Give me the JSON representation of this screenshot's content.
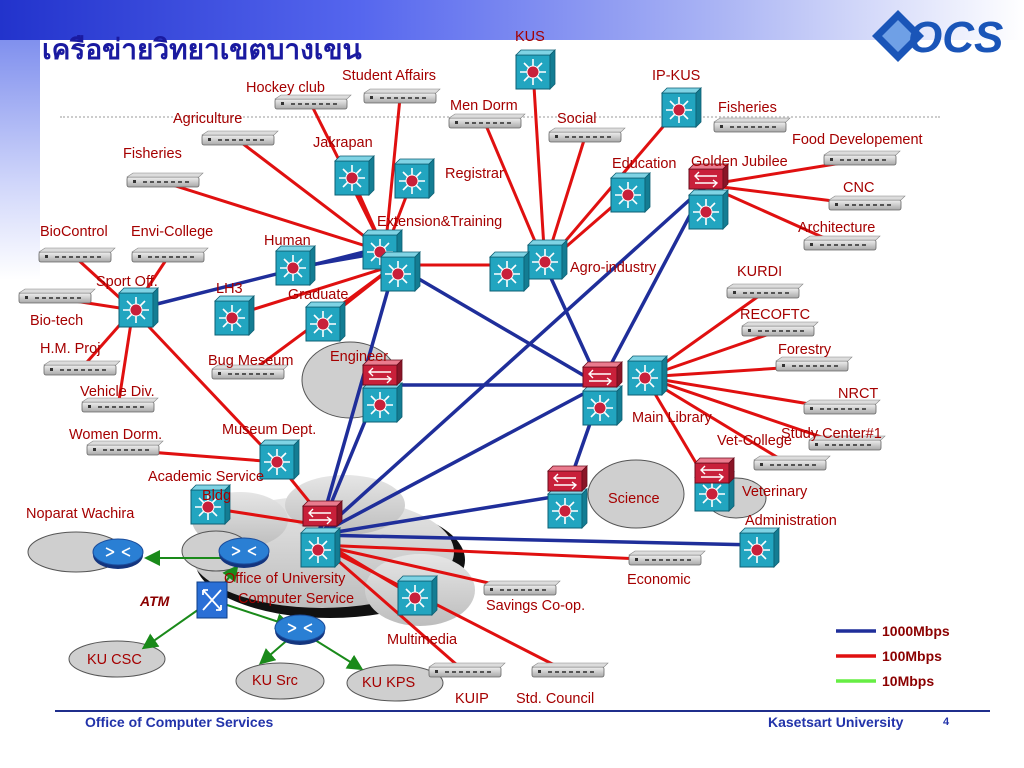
{
  "title": "เครือข่ายวิทยาเขตบางเขน",
  "logo_text": "OCS",
  "footer": {
    "left": "Office of Computer Services",
    "right": "Kasetsart University",
    "page": "4"
  },
  "colors": {
    "link_1000": "#1f2e9a",
    "link_100": "#e01010",
    "link_10": "#22aa22",
    "switch_teal": "#22a5c0",
    "router_red": "#c8203a",
    "label_text": "#a50000"
  },
  "legend": [
    {
      "label": "1000Mbps",
      "color": "#1f2e9a"
    },
    {
      "label": "100Mbps",
      "color": "#e01010"
    },
    {
      "label": "10Mbps",
      "color": "#66ee44"
    }
  ],
  "labels": {
    "kus": "KUS",
    "student_affairs": "Student Affairs",
    "hockey_club": "Hockey club",
    "ip_kus": "IP-KUS",
    "men_dorm": "Men Dorm",
    "agriculture": "Agriculture",
    "fisheries_r": "Fisheries",
    "social": "Social",
    "food_dev": "Food Developement",
    "jakrapan": "Jakrapan",
    "fisheries_l": "Fisheries",
    "registrar": "Registrar",
    "education": "Education",
    "golden_jubilee": "Golden Jubilee",
    "cnc": "CNC",
    "extension": "Extension&Training",
    "architecture": "Architecture",
    "biocontrol": "BioControl",
    "envi_college": "Envi-College",
    "human": "Human",
    "agro_industry": "Agro-industry",
    "kurdi": "KURDI",
    "sport_off": "Sport Off.",
    "lh3": "LH3",
    "graduate": "Graduate",
    "recoftc": "RECOFTC",
    "bio_tech": "Bio-tech",
    "hm_proj": "H.M. Proj",
    "engineer": "Engineer",
    "forestry": "Forestry",
    "bug_museum": "Bug Meseum",
    "nrct": "NRCT",
    "vehicle_div": "Vehicle Div.",
    "main_library": "Main Library",
    "museum_dept": "Museum Dept.",
    "study_center": "Study Center#1",
    "women_dorm": "Women Dorm.",
    "vet_college": "Vet-College",
    "academic_service": "Academic Service",
    "bldg": "Bldg",
    "veterinary": "Veterinary",
    "science": "Science",
    "noparat": "Noparat Wachira",
    "administration": "Administration",
    "office_univ_1": "Office of University",
    "office_univ_2": "Computer Service",
    "economic": "Economic",
    "atm": "ATM",
    "savings": "Savings Co-op.",
    "multimedia": "Multimedia",
    "ku_csc": "KU CSC",
    "ku_src": "KU Src",
    "ku_kps": "KU KPS",
    "kuip": "KUIP",
    "std_council": "Std. Council"
  }
}
